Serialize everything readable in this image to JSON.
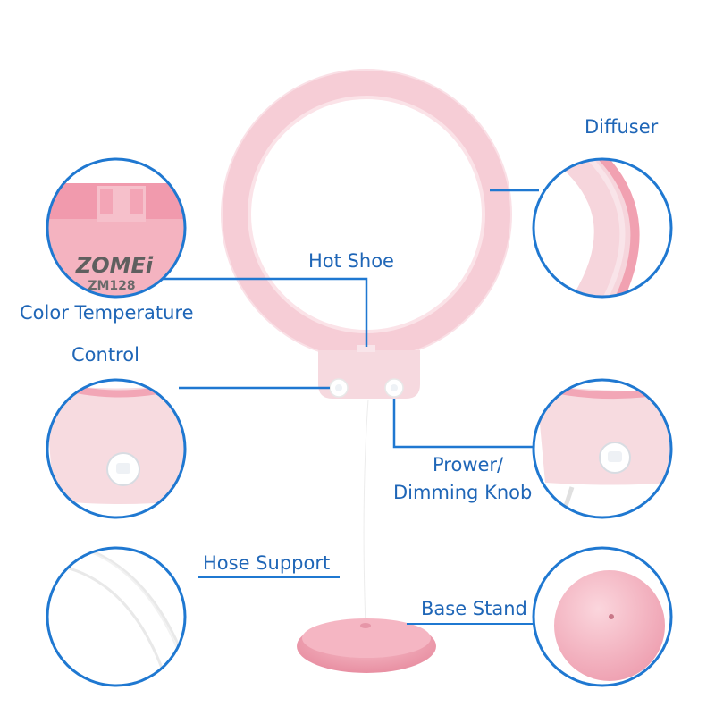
{
  "labels": {
    "diffuser": "Diffuser",
    "hot_shoe": "Hot Shoe",
    "color_temperature": "Color Temperature",
    "control": "Control",
    "power_line1": "Prower/",
    "power_line2": "Dimming Knob",
    "hose_support": "Hose Support",
    "base_stand": "Base Stand"
  },
  "product": {
    "brand": "ZOMEi",
    "model": "ZM128"
  },
  "colors": {
    "accent_blue": "#1f78d1",
    "ring_pink": "#f7cfd8",
    "base_pink": "#f0a2b2"
  }
}
